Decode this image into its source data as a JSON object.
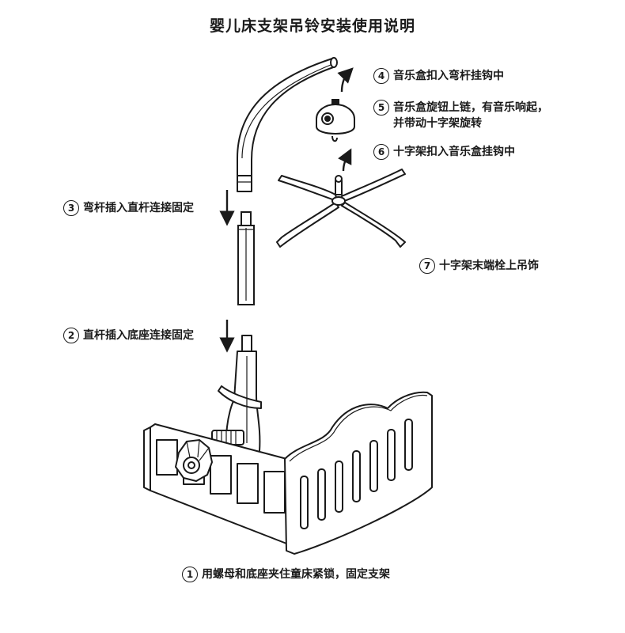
{
  "title": "婴儿床支架吊铃安装使用说明",
  "steps": [
    {
      "num": "1",
      "text": "用螺母和底座夹住童床紧锁，固定支架"
    },
    {
      "num": "2",
      "text": "直杆插入底座连接固定"
    },
    {
      "num": "3",
      "text": "弯杆插入直杆连接固定"
    },
    {
      "num": "4",
      "text": "音乐盒扣入弯杆挂钩中"
    },
    {
      "num": "5",
      "text": "音乐盒旋钮上链，有音乐响起，",
      "text2": "并带动十字架旋转"
    },
    {
      "num": "6",
      "text": "十字架扣入音乐盒挂钩中"
    },
    {
      "num": "7",
      "text": "十字架末端栓上吊饰"
    }
  ],
  "icons": [
    "arrow-down-icon",
    "arrow-up-icon"
  ],
  "colors": {
    "line": "#1a1a1a",
    "fill": "#ffffff",
    "shade": "#cfcfcf"
  }
}
